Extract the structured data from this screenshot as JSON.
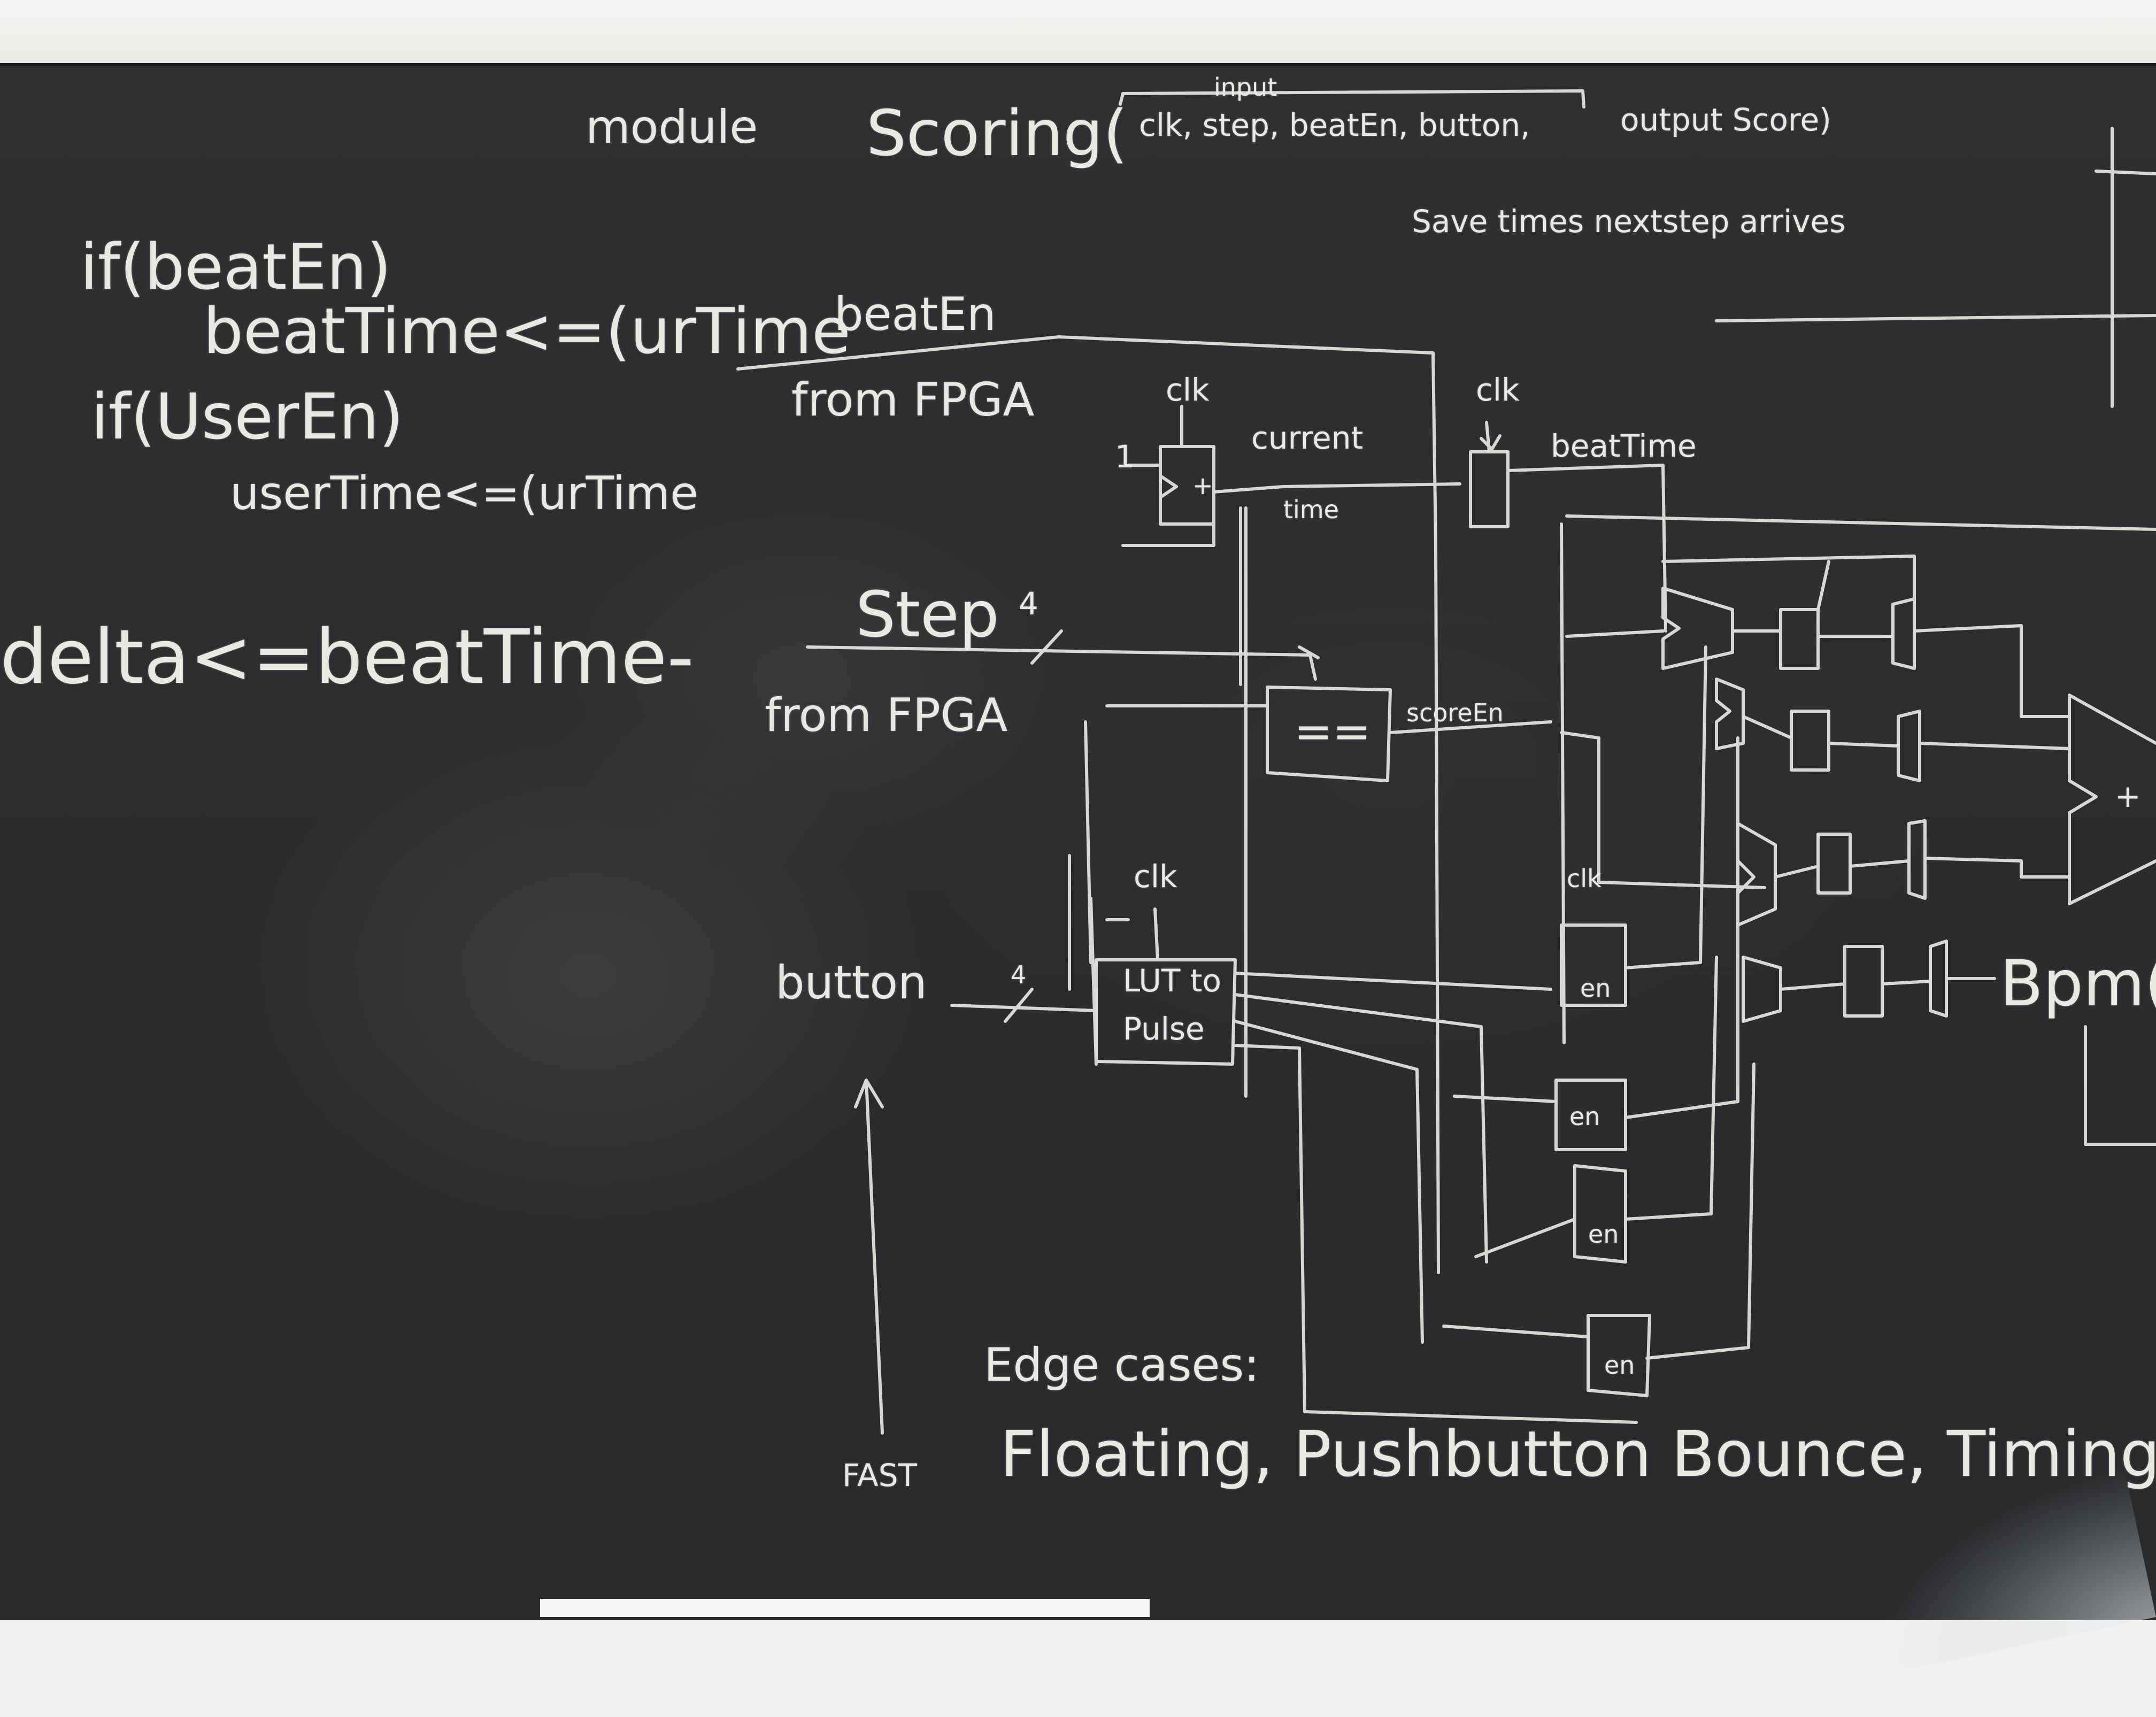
{
  "board": {
    "module_header": "module",
    "module_name": "Scoring(",
    "module_inputs_label": "input",
    "module_ports": "clk, step, beatEn, button,",
    "module_output": "output Score)",
    "note_save_times": "Save times nextstep arrives",
    "code_line1": "if(beatEn)",
    "code_line2": "beatTime<=(urTime",
    "code_line3": "if(UserEn)",
    "code_line4": "userTime<=(urTime",
    "code_delta": "delta<=beatTime-",
    "input_beat_en": "beatEn",
    "from_fpga_1": "from FPGA",
    "input_step": "Step",
    "step_width": "4",
    "from_fpga_2": "from FPGA",
    "input_button": "button",
    "button_width": "4",
    "clk_counter": "clk",
    "counter_const": "1",
    "counter_plus": "+",
    "current_time_1": "current",
    "current_time_2": "time",
    "clk_beat_reg": "clk",
    "beat_time_label": "beatTime",
    "comparator_label": "==",
    "score_en_label": "scoreEn",
    "clk_pulse": "clk",
    "lut_label_1": "LUT to",
    "lut_label_2": "Pulse",
    "clk_en_regs": "clk",
    "en_label": "en",
    "adder_plus": "+",
    "bpm_label": "Bpm(",
    "arrow_label": "FAST",
    "edge_cases_title": "Edge cases:",
    "edge_cases_list": "Floating, Pushbutton Bounce, Timing"
  }
}
